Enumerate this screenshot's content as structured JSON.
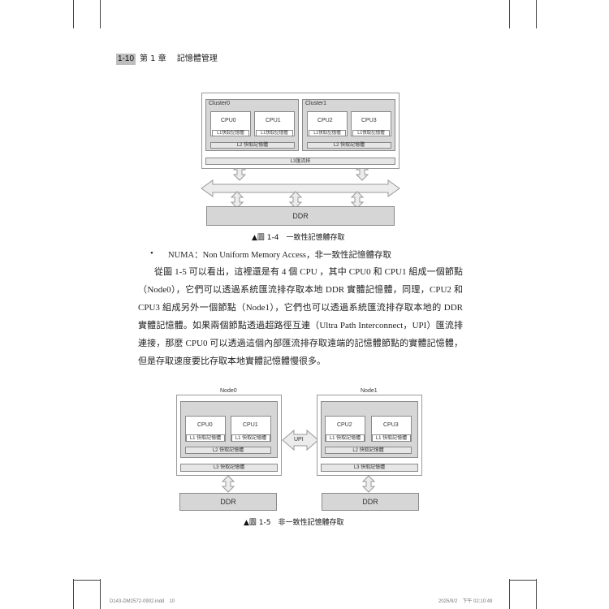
{
  "header": {
    "page_number": "1-10",
    "chapter": "第 1 章　 記憶體管理"
  },
  "figure_1_4": {
    "cluster0": {
      "title": "Cluster0",
      "cpus": [
        {
          "name": "CPU0",
          "cache": "L1快取記憶體"
        },
        {
          "name": "CPU1",
          "cache": "L1快取記憶體"
        }
      ],
      "l2": "L2 快取記憶體"
    },
    "cluster1": {
      "title": "Cluster1",
      "cpus": [
        {
          "name": "CPU2",
          "cache": "L1快取記憶體"
        },
        {
          "name": "CPU3",
          "cache": "L1快取記憶體"
        }
      ],
      "l2": "L2 快取記憶體"
    },
    "l3": "L3匯流排",
    "ddr": "DDR",
    "caption": "▲圖 1-4　一致性記憶體存取"
  },
  "bullet": {
    "symbol": "•",
    "text": "NUMA：Non Uniform Memory Access，非一致性記憶體存取"
  },
  "paragraph": "從圖 1-5 可以看出，這裡還是有 4 個 CPU ，其中 CPU0 和 CPU1 組成一個節點（Node0），它們可以透過系統匯流排存取本地 DDR 實體記憶體，同理，CPU2 和 CPU3 組成另外一個節點（Node1），它們也可以透過系統匯流排存取本地的 DDR 實體記憶體。如果兩個節點透過超路徑互連（Ultra Path Interconnect，UPI）匯流排連接，那麼 CPU0 可以透過這個內部匯流排存取遠端的記憶體節點的實體記憶體，但是存取速度要比存取本地實體記憶體慢很多。",
  "figure_1_5": {
    "node0": {
      "title": "Node0",
      "cpus": [
        {
          "name": "CPU0",
          "cache": "L1 快取記憶體"
        },
        {
          "name": "CPU1",
          "cache": "L1 快取記憶體"
        }
      ],
      "l2": "L2 快取記憶體",
      "l3": "L3 快取記憶體",
      "ddr": "DDR"
    },
    "node1": {
      "title": "Node1",
      "cpus": [
        {
          "name": "CPU2",
          "cache": "L1 快取記憶體"
        },
        {
          "name": "CPU3",
          "cache": "L1 快取記憶體"
        }
      ],
      "l2": "L2 快取記憶體",
      "l3": "L3 快取記憶體",
      "ddr": "DDR"
    },
    "upi": "UPI",
    "caption": "▲圖 1-5　非一致性記憶體存取"
  },
  "footer": {
    "file": "D143-DM2572-0902.indd　10",
    "date": "2025/9/2　下午 02:10:49"
  }
}
